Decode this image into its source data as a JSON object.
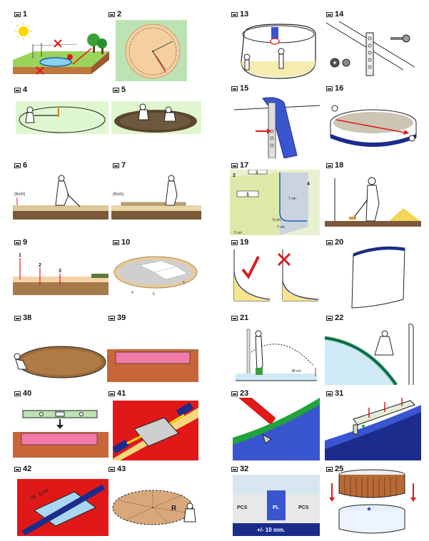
{
  "panels": [
    {
      "key": "p1",
      "number": "1"
    },
    {
      "key": "p2",
      "number": "2"
    },
    {
      "key": "p13",
      "number": "13"
    },
    {
      "key": "p14",
      "number": "14"
    },
    {
      "key": "p4",
      "number": "4"
    },
    {
      "key": "p5",
      "number": "5"
    },
    {
      "key": "p15",
      "number": "15"
    },
    {
      "key": "p16",
      "number": "16"
    },
    {
      "key": "p6",
      "number": "6"
    },
    {
      "key": "p7",
      "number": "7"
    },
    {
      "key": "p17",
      "number": "17"
    },
    {
      "key": "p18",
      "number": "18"
    },
    {
      "key": "p9",
      "number": "9"
    },
    {
      "key": "p10",
      "number": "10"
    },
    {
      "key": "p19",
      "number": "19"
    },
    {
      "key": "p20",
      "number": "20"
    },
    {
      "key": "p38",
      "number": "38"
    },
    {
      "key": "p39",
      "number": "39"
    },
    {
      "key": "p21",
      "number": "21"
    },
    {
      "key": "p22",
      "number": "22"
    },
    {
      "key": "p40",
      "number": "40"
    },
    {
      "key": "p41",
      "number": "41"
    },
    {
      "key": "p23",
      "number": "23"
    },
    {
      "key": "p31",
      "number": "31"
    },
    {
      "key": "p42",
      "number": "42"
    },
    {
      "key": "p43",
      "number": "43"
    },
    {
      "key": "p32",
      "number": "32"
    },
    {
      "key": "p25",
      "number": "25"
    }
  ],
  "annotations": {
    "p6_depth": "(6cm)",
    "p7_depth": "(6cm)",
    "p9_markers": [
      "1",
      "2",
      "3"
    ],
    "p10_markers": [
      "4",
      "5",
      "6"
    ],
    "p17_markers": [
      "1",
      "2",
      "3",
      "4"
    ],
    "p17_dims": [
      "7 cm",
      "5 cm",
      "7 cm",
      "2 cm"
    ],
    "p21_dim": "38 cm",
    "p42_dim": "ca. 1cm",
    "p43_radius": "R",
    "p32_left": "PCS",
    "p32_center": "PL",
    "p32_right": "PCS",
    "p32_tolerance": "+/- 10 mm."
  },
  "colors": {
    "grass": "#dff7d0",
    "sand": "#f6d2a8",
    "pool_blue": "#1b2c8c",
    "liner_blue": "#3a55d0",
    "red": "#e01818",
    "check_red": "#d81e1e",
    "green_edge": "#1fa33a",
    "brick": "#c8663a",
    "soil_pink": "#f07aa8"
  },
  "icons": [
    "image-icon",
    "sun-icon",
    "tree-icon",
    "cross-icon",
    "checkmark-icon",
    "level-tool-icon",
    "screw-icon",
    "nut-icon",
    "cutter-icon",
    "arrow-icon"
  ]
}
